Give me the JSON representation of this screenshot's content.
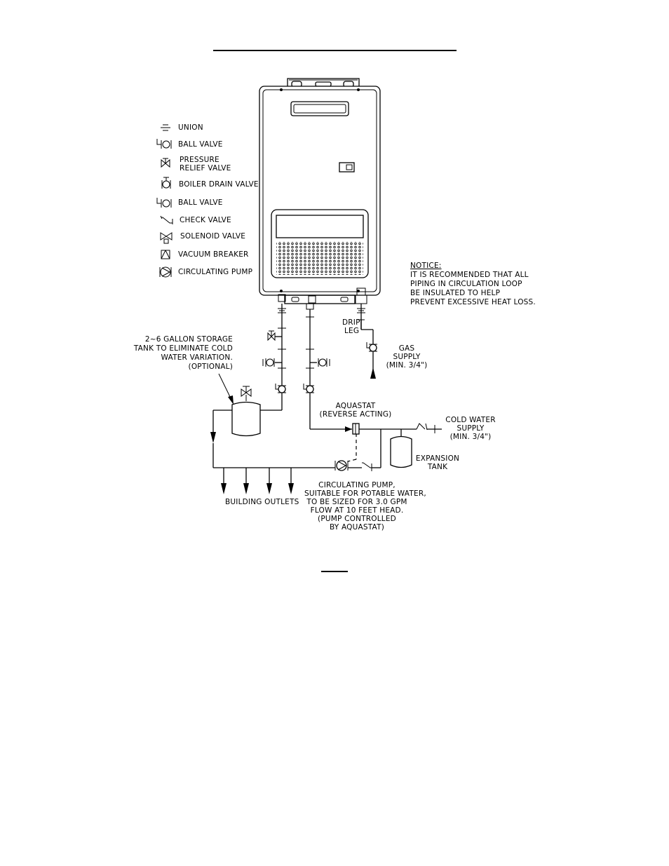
{
  "legend": {
    "union": "UNION",
    "ball_valve_1": "BALL VALVE",
    "pressure_relief_1": "PRESSURE",
    "pressure_relief_2": "RELIEF VALVE",
    "boiler_drain": "BOILER DRAIN VALVE",
    "ball_valve_2": "BALL VALVE",
    "check_valve": "CHECK VALVE",
    "solenoid_valve": "SOLENOID VALVE",
    "vacuum_breaker": "VACUUM BREAKER",
    "circulating_pump": "CIRCULATING PUMP"
  },
  "notice": {
    "title": "NOTICE:",
    "lines": [
      "IT IS RECOMMENDED THAT ALL",
      "PIPING IN CIRCULATION LOOP",
      "BE INSULATED TO HELP",
      "PREVENT EXCESSIVE HEAT LOSS."
    ]
  },
  "labels": {
    "drip_leg_1": "DRIP",
    "drip_leg_2": "LEG",
    "gas_supply": [
      "GAS",
      "SUPPLY",
      "(MIN. 3/4\")"
    ],
    "storage_tank": [
      "2~6 GALLON STORAGE",
      "TANK TO ELIMINATE COLD",
      "WATER VARIATION.",
      "(OPTIONAL)"
    ],
    "aquastat": [
      "AQUASTAT",
      "(REVERSE ACTING)"
    ],
    "cold_water": [
      "COLD WATER",
      "SUPPLY",
      "(MIN. 3/4\")"
    ],
    "expansion_tank": [
      "EXPANSION",
      "TANK"
    ],
    "building_outlets": "BUILDING OUTLETS",
    "pump_note": [
      "CIRCULATING PUMP,",
      "SUITABLE FOR POTABLE WATER,",
      "TO BE SIZED FOR 3.0 GPM",
      "FLOW AT 10 FEET HEAD.",
      "(PUMP CONTROLLED",
      "BY AQUASTAT)"
    ]
  }
}
